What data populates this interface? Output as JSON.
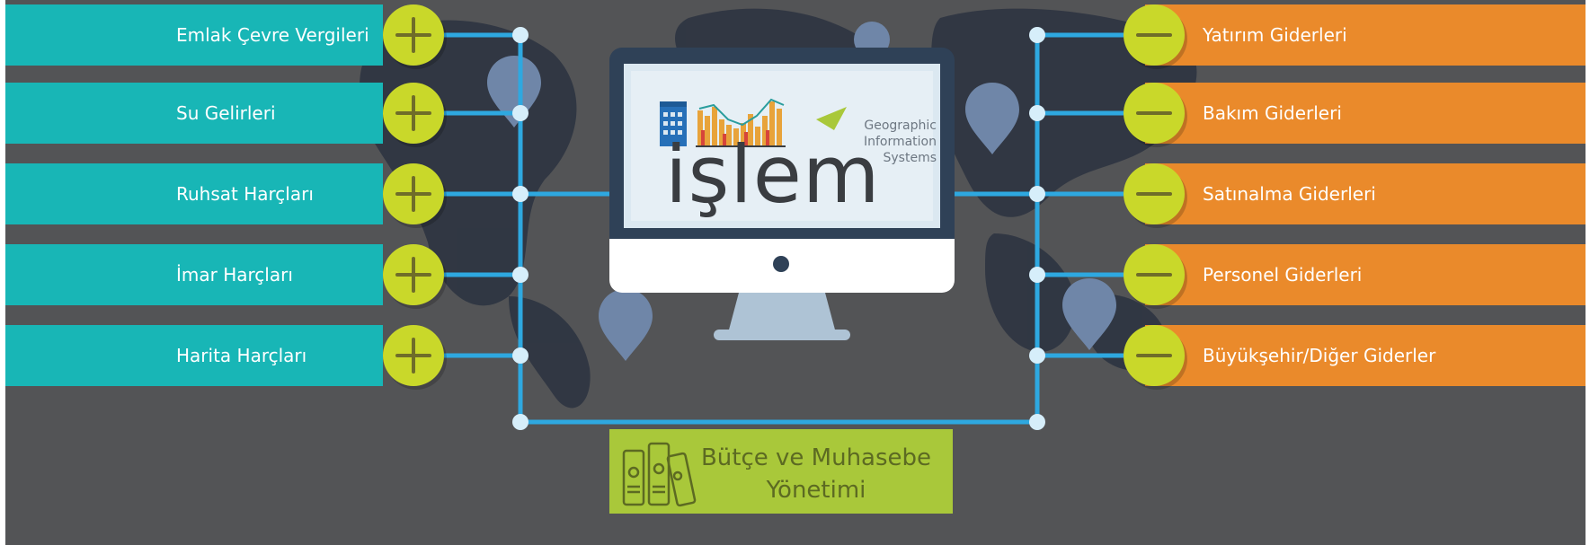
{
  "income": {
    "items": [
      {
        "label": "Emlak Çevre Vergileri"
      },
      {
        "label": "Su Gelirleri"
      },
      {
        "label": "Ruhsat Harçları"
      },
      {
        "label": "İmar Harçları"
      },
      {
        "label": "Harita Harçları"
      }
    ]
  },
  "expense": {
    "items": [
      {
        "label": "Yatırım Giderleri"
      },
      {
        "label": "Bakım Giderleri"
      },
      {
        "label": "Satınalma Giderleri"
      },
      {
        "label": "Personel Giderleri"
      },
      {
        "label": "Büyükşehir/Diğer Giderler"
      }
    ]
  },
  "logo": {
    "brand": "işlem",
    "tagline_1": "Geographic",
    "tagline_2": "Information",
    "tagline_3": "Systems"
  },
  "center_box": {
    "line_1": "Bütçe ve Muhasebe",
    "line_2": "Yönetimi"
  },
  "colors": {
    "background": "#535456",
    "income": "#18b6b6",
    "expense": "#ea8a2b",
    "connector": "#2ea8e0",
    "budget": "#a9c83a"
  }
}
